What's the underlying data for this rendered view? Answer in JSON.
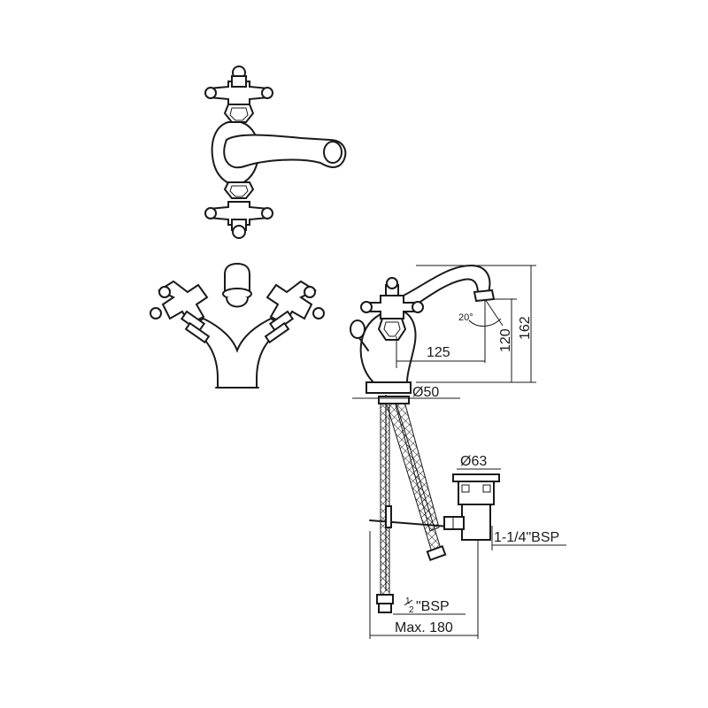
{
  "dimensions": {
    "spout_reach": "125",
    "spout_height": "120",
    "overall_height": "162",
    "spout_angle": "20°",
    "base_diameter": "Ø50",
    "waste_diameter": "Ø63",
    "waste_thread": "1-1/4\"BSP",
    "hose_thread_main": "\"BSP",
    "hose_thread_frac_num": "1",
    "hose_thread_frac_den": "2",
    "max_hose_length": "Max. 180"
  },
  "colors": {
    "line": "#1a1a1a",
    "background": "#ffffff"
  }
}
